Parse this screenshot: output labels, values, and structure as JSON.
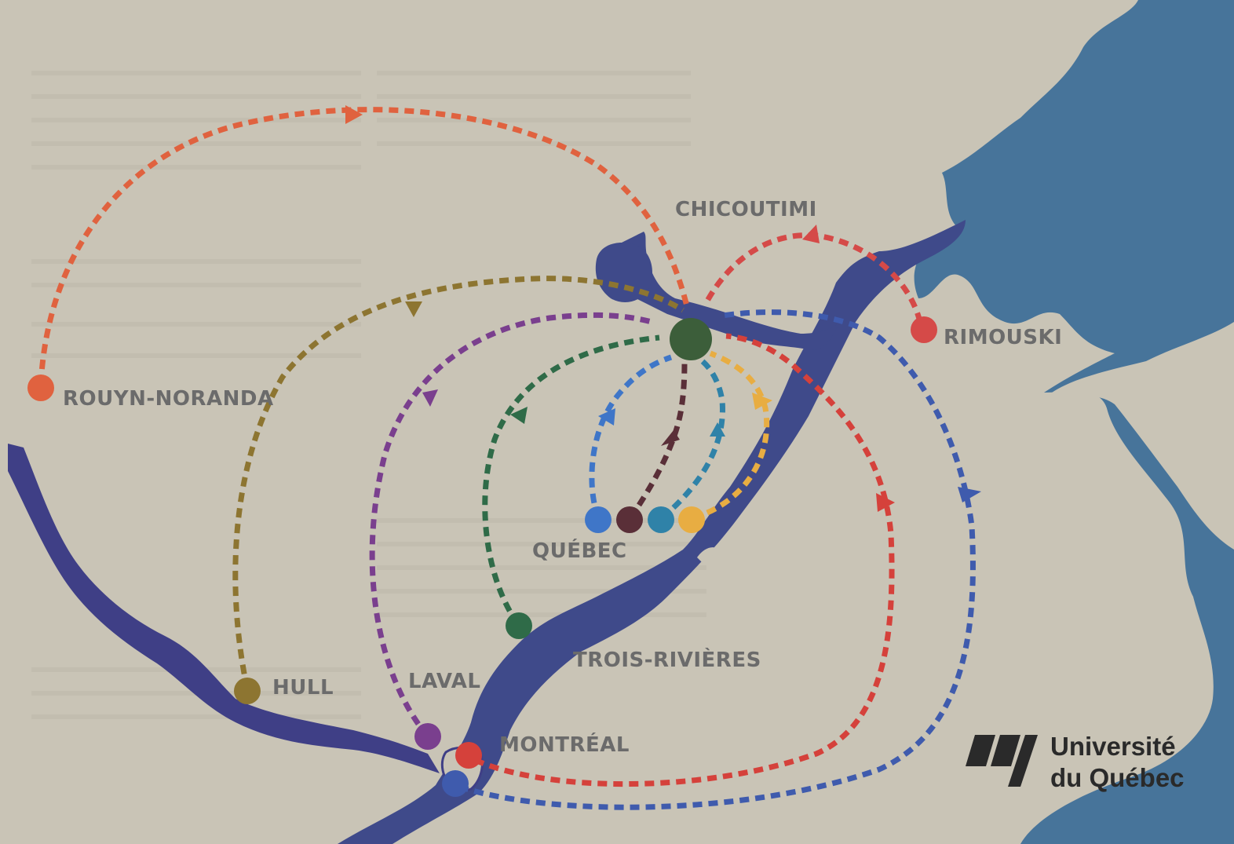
{
  "colors": {
    "background": "#c9c4b6",
    "water": "#47749a",
    "river": "#3f3f86",
    "label": "#6b6b6b"
  },
  "cities": {
    "rouyn": {
      "label": "ROUYN-NORANDA",
      "color": "#e0623f"
    },
    "hull": {
      "label": "HULL",
      "color": "#8d7531"
    },
    "laval": {
      "label": "LAVAL",
      "color": "#7a3f8e"
    },
    "montreal": {
      "label": "MONTRÉAL",
      "color_red": "#d5413b",
      "color_blue": "#3f5bad"
    },
    "trois_rivieres": {
      "label": "TROIS-RIVIÈRES",
      "color": "#2f6b48"
    },
    "quebec": {
      "label": "QUÉBEC",
      "colors": [
        "#3f76c8",
        "#5a2f38",
        "#2f82a8",
        "#e8ad42"
      ]
    },
    "chicoutimi": {
      "label": "CHICOUTIMI",
      "color": "#3c5e3a"
    },
    "rimouski": {
      "label": "RIMOUSKI",
      "color": "#d54a48"
    }
  },
  "logo": {
    "line1": "Université",
    "line2": "du Québec",
    "icon": "universite-du-quebec-logo-icon"
  }
}
